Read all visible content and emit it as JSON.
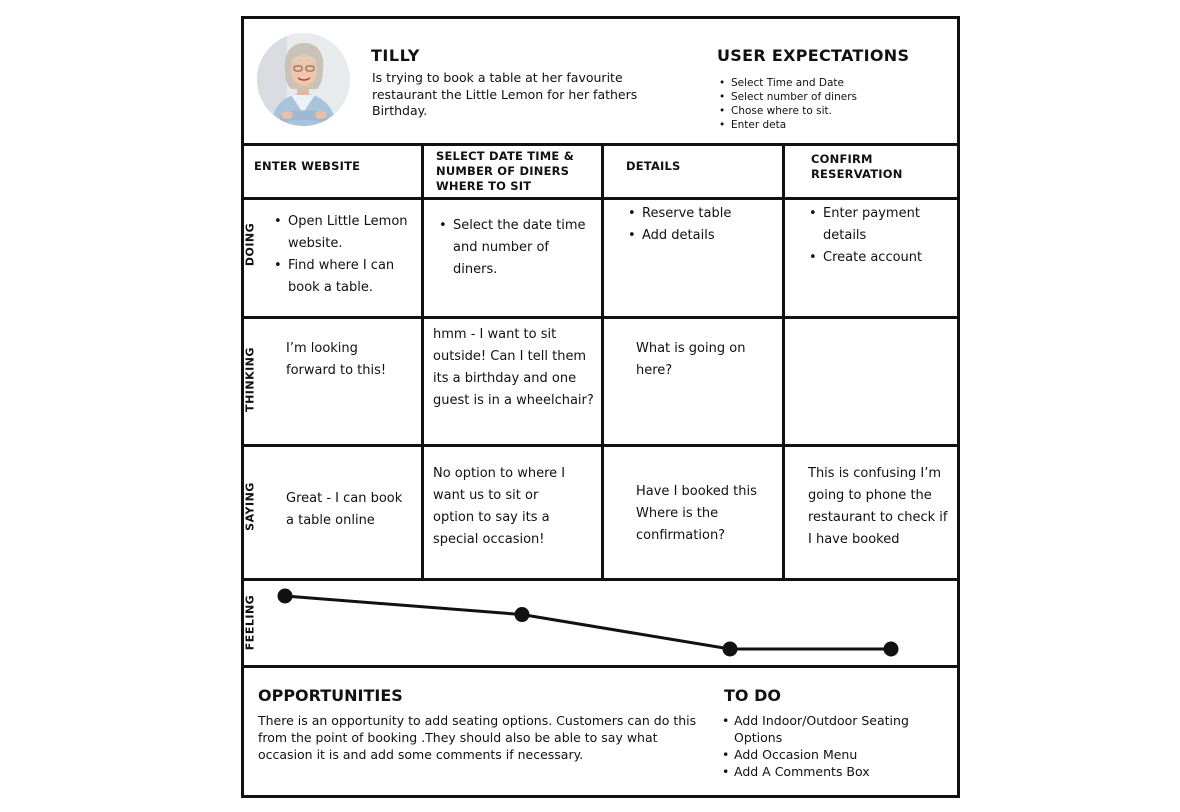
{
  "persona": {
    "name": "TILLY",
    "description": "Is trying to book a table at her favourite restaurant the Little Lemon for her fathers Birthday."
  },
  "user_expectations": {
    "title": "USER EXPECTATIONS",
    "items": [
      "Select Time and Date",
      "Select number of diners",
      "Chose where to sit.",
      "Enter deta"
    ]
  },
  "columns": [
    {
      "label": "ENTER WEBSITE"
    },
    {
      "label": "SELECT DATE TIME & NUMBER OF DINERS WHERE TO SIT"
    },
    {
      "label": "DETAILS"
    },
    {
      "label": "CONFIRM RESERVATION"
    }
  ],
  "rows": {
    "doing": {
      "label": "DOING",
      "cells": [
        [
          "Open Little Lemon website.",
          "Find where I can book a table."
        ],
        [
          "Select the date time and number of diners."
        ],
        [
          "Reserve table",
          "Add details"
        ],
        [
          "Enter payment details",
          "Create account"
        ]
      ]
    },
    "thinking": {
      "label": "THINKING",
      "cells": [
        "I’m looking forward to this!",
        "hmm - I want to sit outside! Can I tell them its a birthday and one guest is in a wheelchair?",
        "What is going on here?",
        ""
      ]
    },
    "saying": {
      "label": "SAYING",
      "cells": [
        "Great - I can book a table online",
        "No option to where I want us to sit or option to say its a special occasion!",
        "Have I booked this Where is the confirmation?",
        "This is confusing I’m going to phone the restaurant to check if I have booked"
      ]
    },
    "feeling": {
      "label": "FEELING",
      "levels": [
        1.0,
        0.65,
        0.0,
        0.0
      ]
    }
  },
  "opportunities": {
    "title": "OPPORTUNITIES",
    "text": "There is an opportunity to add seating options. Customers can do this from the point of booking .They should also be able to say what occasion it is and add some comments if necessary."
  },
  "todo": {
    "title": "TO DO",
    "items": [
      "Add Indoor/Outdoor Seating Options",
      "Add Occasion Menu",
      "Add A Comments Box"
    ]
  }
}
